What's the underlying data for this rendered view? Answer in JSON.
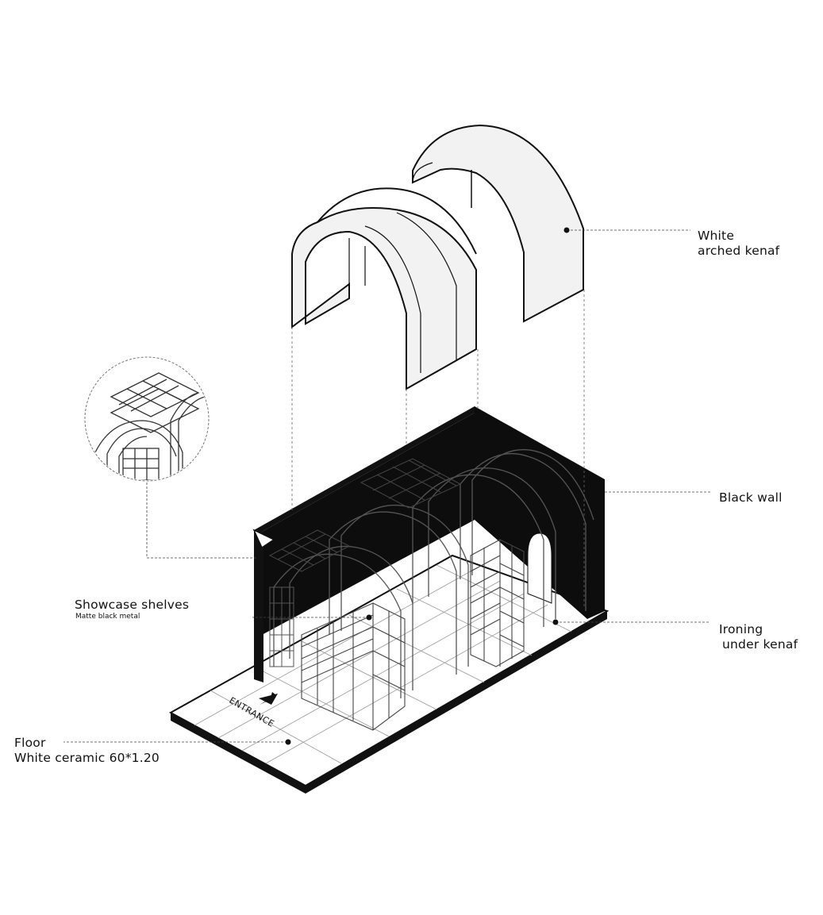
{
  "labels": {
    "white_arched_kenaf": [
      "White",
      "arched kenaf"
    ],
    "black_wall": "Black wall",
    "showcase_shelves": "Showcase shelves",
    "showcase_material": "Matte black metal",
    "ironing": [
      "Ironing",
      "under kenaf"
    ],
    "floor": [
      "Floor",
      "White ceramic 60*1.20"
    ],
    "entrance": "ENTRANCE"
  },
  "colors": {
    "ink": "#111111",
    "wall": "#0d0d0d",
    "kenaf_fill": "#f1f1f1",
    "floor": "#ffffff"
  }
}
